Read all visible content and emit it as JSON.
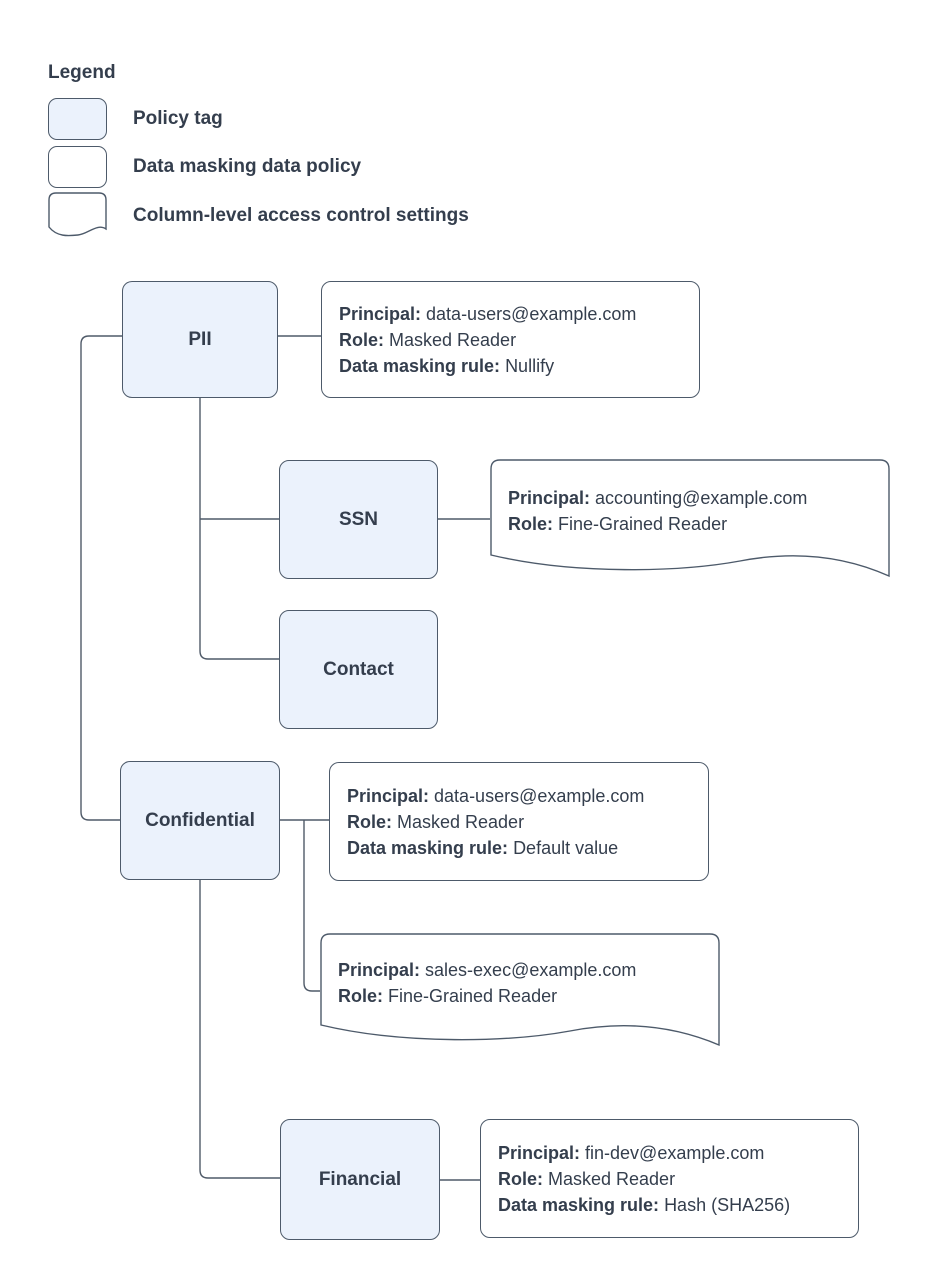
{
  "legend": {
    "title": "Legend",
    "items": [
      {
        "label": "Policy tag",
        "shape": "policy-tag-swatch"
      },
      {
        "label": "Data masking data policy",
        "shape": "data-policy-swatch"
      },
      {
        "label": "Column-level access control settings",
        "shape": "document-swatch"
      }
    ]
  },
  "colors": {
    "policy_tag_fill": "#ebf2fc",
    "shape_border": "#4d5a6a",
    "text": "#343e4d",
    "background": "#ffffff"
  },
  "nodes": {
    "pii": {
      "label": "PII"
    },
    "ssn": {
      "label": "SSN"
    },
    "contact": {
      "label": "Contact"
    },
    "confidential": {
      "label": "Confidential"
    },
    "financial": {
      "label": "Financial"
    }
  },
  "policies": {
    "pii_masking": {
      "lines": [
        [
          "Principal:",
          "data-users@example.com"
        ],
        [
          "Role:",
          "Masked Reader"
        ],
        [
          "Data masking rule:",
          "Nullify"
        ]
      ]
    },
    "ssn_access": {
      "lines": [
        [
          "Principal:",
          "accounting@example.com"
        ],
        [
          "Role:",
          "Fine-Grained Reader"
        ]
      ]
    },
    "confidential_masking": {
      "lines": [
        [
          "Principal:",
          "data-users@example.com"
        ],
        [
          "Role:",
          "Masked Reader"
        ],
        [
          "Data masking rule:",
          "Default value"
        ]
      ]
    },
    "confidential_access": {
      "lines": [
        [
          "Principal:",
          "sales-exec@example.com"
        ],
        [
          "Role:",
          "Fine-Grained Reader"
        ]
      ]
    },
    "financial_masking": {
      "lines": [
        [
          "Principal:",
          "fin-dev@example.com"
        ],
        [
          "Role:",
          "Masked Reader"
        ],
        [
          "Data masking rule:",
          "Hash (SHA256)"
        ]
      ]
    }
  }
}
